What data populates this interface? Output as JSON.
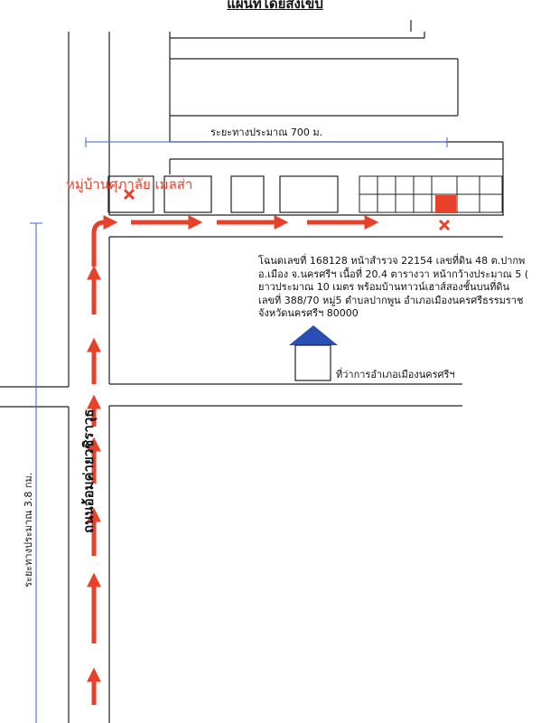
{
  "title": "แผนที่โดยสังเขป",
  "distance_top": "ระยะทางประมาณ 700 ม.",
  "village_label": "หมู่บ้านศุภาลัย เมลส่า",
  "deed_lines": [
    "โฉนดเลขที่ 168128 หน้าสำรวจ 22154 เลขที่ดิน 48 ต.ปากพ",
    "อ.เมือง จ.นครศรีฯ เนื้อที่ 20.4 ตารางวา หน้ากว้างประมาณ 5 (",
    "ยาวประมาณ 10 เมตร พร้อมบ้านทาวน์เฮาส์สองชั้นบนที่ดิน",
    "เลขที่ 388/70 หมู่5 ตำบลปากพูน อำเภอเมืองนครศรีธรรมราช",
    "จังหวัดนครศรีฯ 80000"
  ],
  "district_office_label": "ที่ว่าการอำเภอเมืองนครศรีฯ",
  "road_name": "ถนนอ้อมค่ายวชิราวุธ",
  "distance_left": "ระยะทางประมาณ 3.8 กม.",
  "colors": {
    "route_arrow": "#e8412b",
    "property_fill": "#e8412b",
    "marker": "#e8412b",
    "measure_line": "#3a64c8",
    "office_roof": "#2a4fb4",
    "village_text": "#e8412b",
    "map_lines": "#222222"
  },
  "icons": [
    "village-marker-x-icon",
    "property-marker-x-icon",
    "route-arrow-icon",
    "district-office-icon"
  ]
}
